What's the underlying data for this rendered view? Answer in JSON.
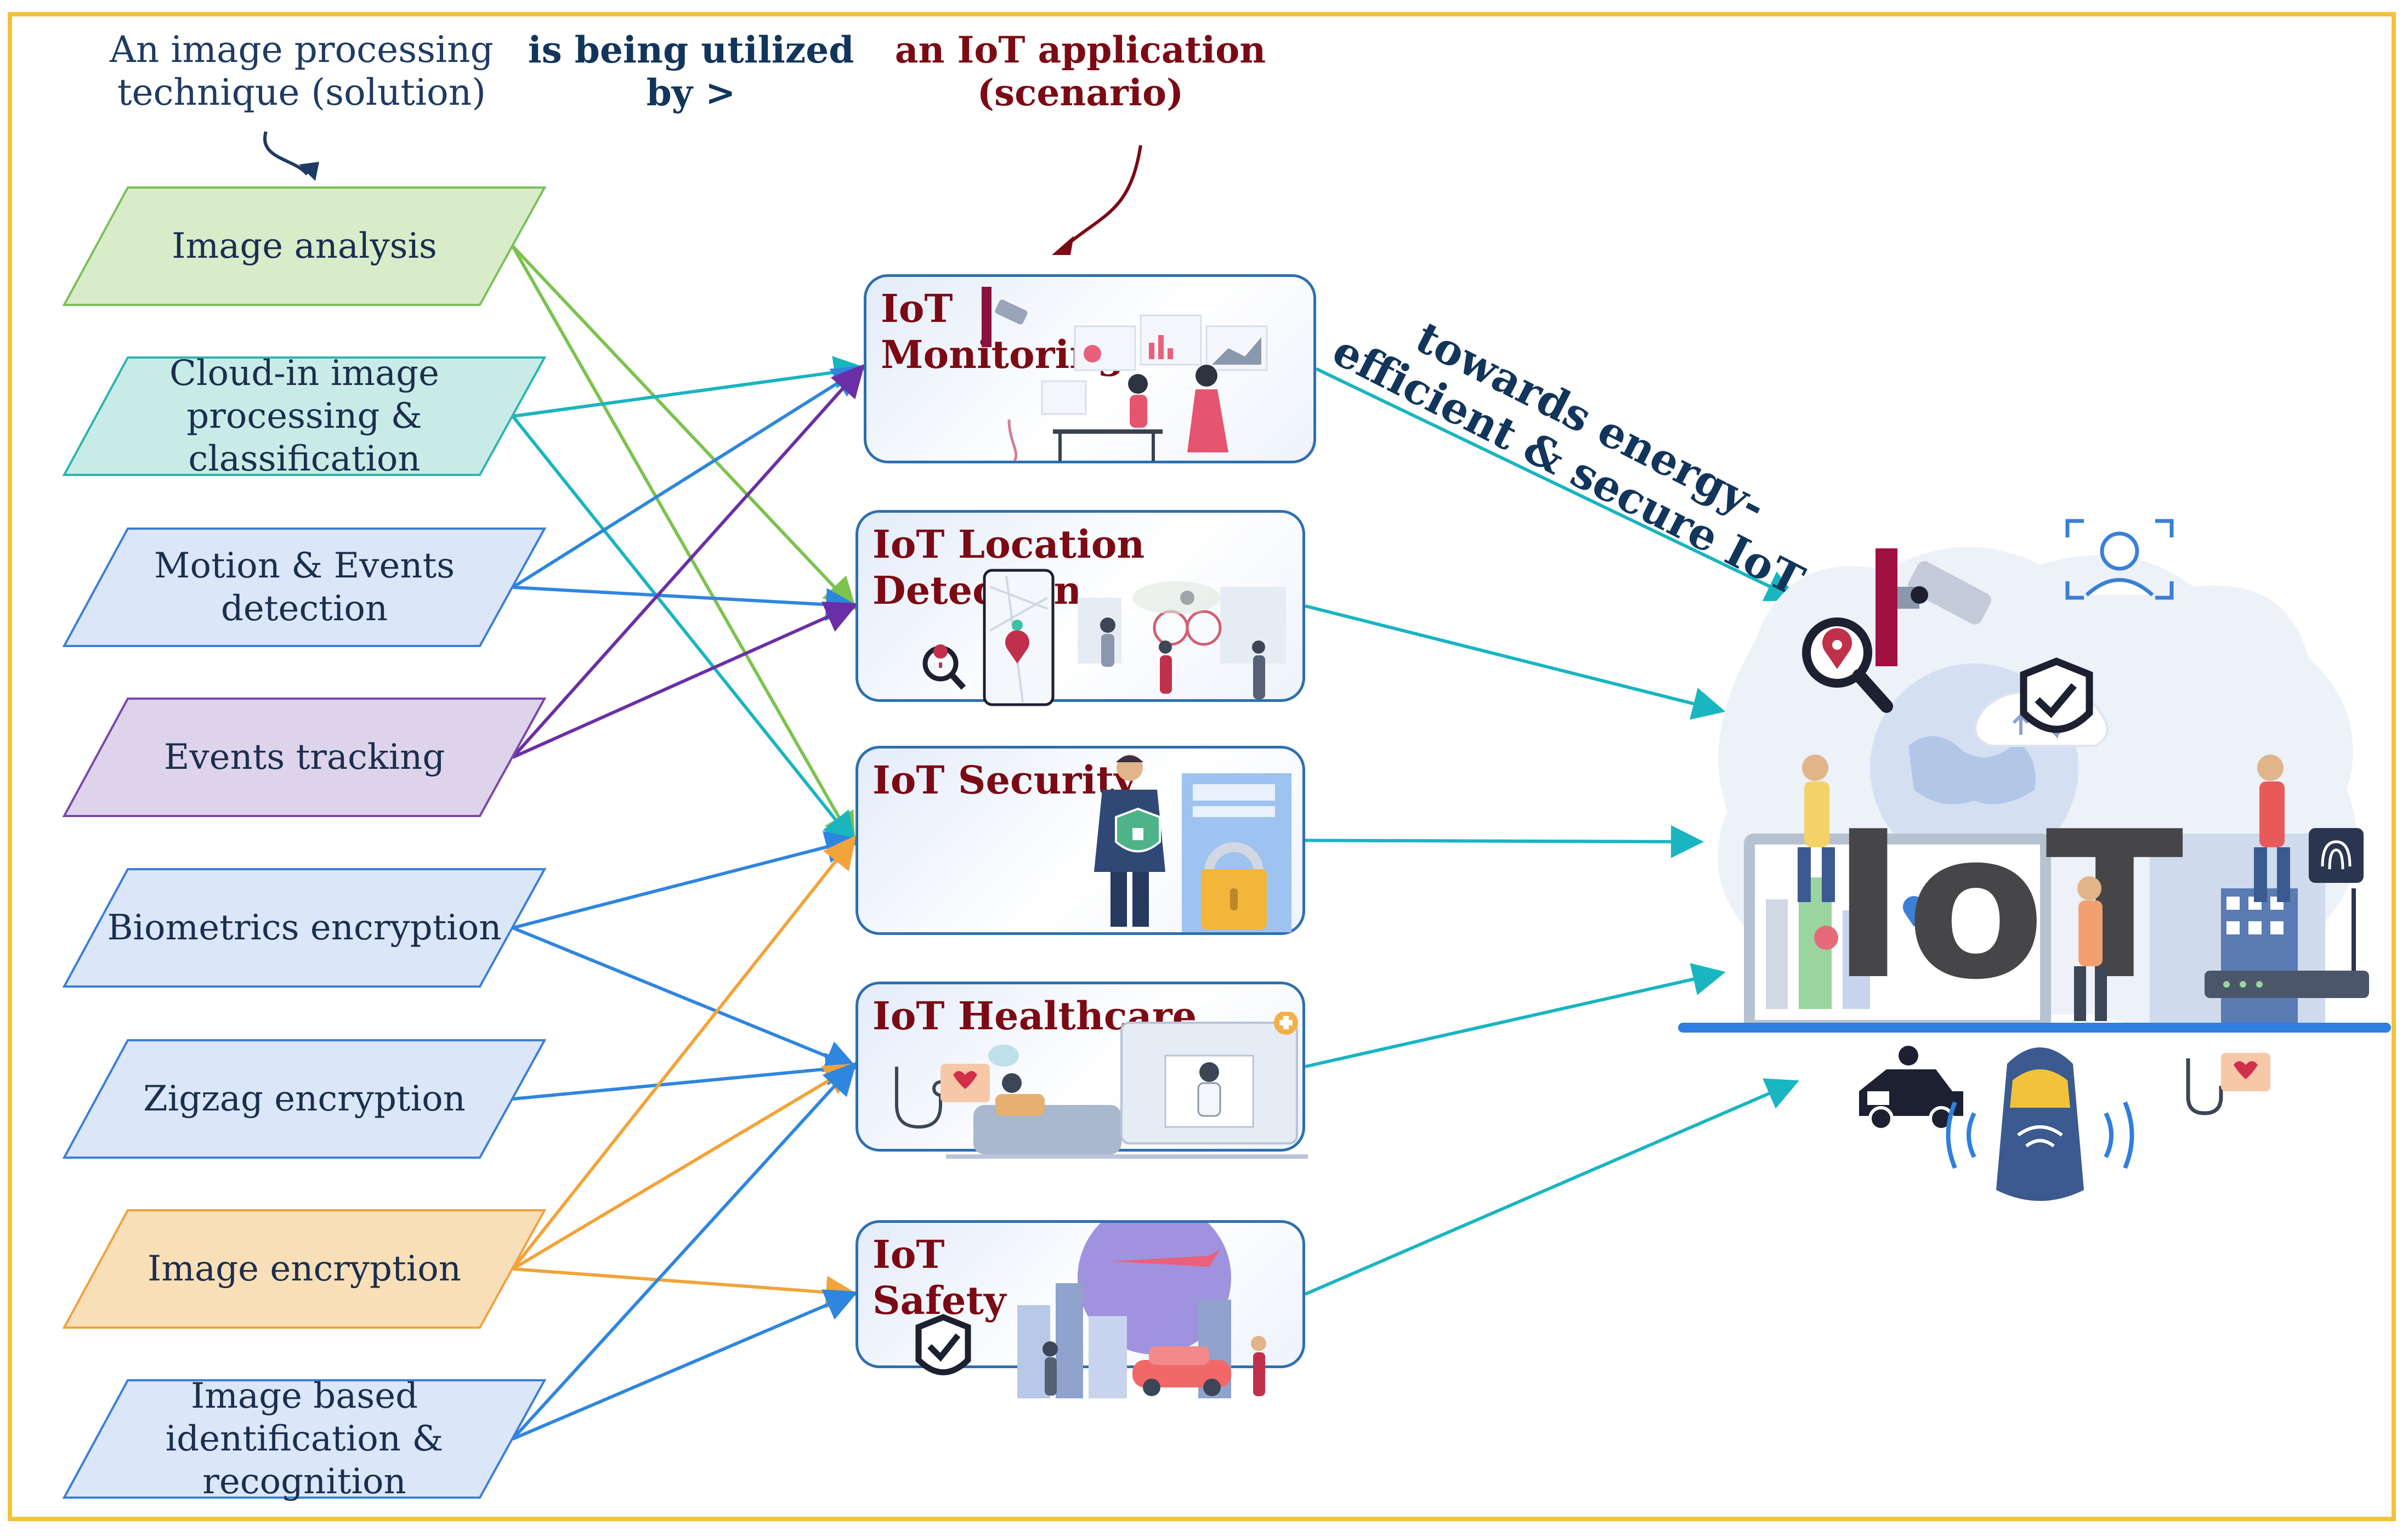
{
  "headers": {
    "technique": "An image processing technique (solution)",
    "utilized": "is being utilized by >",
    "application": "an IoT application (scenario)"
  },
  "techniques": [
    {
      "id": "image-analysis",
      "label": "Image analysis",
      "color": "#d8ecc9",
      "edge": "#7cbf5a"
    },
    {
      "id": "cloud-processing",
      "label": "Cloud-in image processing & classification",
      "color": "#c9ebe7",
      "edge": "#2eb4b0"
    },
    {
      "id": "motion-detection",
      "label": "Motion & Events detection",
      "color": "#dbe6f8",
      "edge": "#3b7fd6"
    },
    {
      "id": "events-tracking",
      "label": "Events tracking",
      "color": "#ddd4ec",
      "edge": "#7b47a8"
    },
    {
      "id": "biometrics-encryption",
      "label": "Biometrics encryption",
      "color": "#dbe6f8",
      "edge": "#3b7fd6"
    },
    {
      "id": "zigzag-encryption",
      "label": "Zigzag encryption",
      "color": "#dbe6f8",
      "edge": "#3b7fd6"
    },
    {
      "id": "image-encryption",
      "label": "Image encryption",
      "color": "#f8dfb8",
      "edge": "#f0a040"
    },
    {
      "id": "image-identification",
      "label": "Image based identification & recognition",
      "color": "#dbe6f8",
      "edge": "#3b7fd6"
    }
  ],
  "scenarios": [
    {
      "id": "monitoring",
      "title": "IoT\nMonitoring"
    },
    {
      "id": "location",
      "title": "IoT Location Detection"
    },
    {
      "id": "security",
      "title": "IoT Security"
    },
    {
      "id": "healthcare",
      "title": "IoT Healthcare"
    },
    {
      "id": "safety",
      "title": "IoT\nSafety"
    }
  ],
  "links": [
    {
      "from": "image-analysis",
      "to": "location",
      "color": "#7cc24f"
    },
    {
      "from": "image-analysis",
      "to": "security",
      "color": "#7cc24f"
    },
    {
      "from": "cloud-processing",
      "to": "monitoring",
      "color": "#19b5c0"
    },
    {
      "from": "cloud-processing",
      "to": "security",
      "color": "#19b5c0"
    },
    {
      "from": "motion-detection",
      "to": "monitoring",
      "color": "#2e86de"
    },
    {
      "from": "motion-detection",
      "to": "location",
      "color": "#2e86de"
    },
    {
      "from": "events-tracking",
      "to": "monitoring",
      "color": "#6a2fa6"
    },
    {
      "from": "events-tracking",
      "to": "location",
      "color": "#6a2fa6"
    },
    {
      "from": "biometrics-encryption",
      "to": "security",
      "color": "#2e86de"
    },
    {
      "from": "biometrics-encryption",
      "to": "healthcare",
      "color": "#2e86de"
    },
    {
      "from": "zigzag-encryption",
      "to": "healthcare",
      "color": "#2e86de"
    },
    {
      "from": "image-encryption",
      "to": "security",
      "color": "#f2a33a"
    },
    {
      "from": "image-encryption",
      "to": "healthcare",
      "color": "#f2a33a"
    },
    {
      "from": "image-encryption",
      "to": "safety",
      "color": "#f2a33a"
    },
    {
      "from": "image-identification",
      "to": "healthcare",
      "color": "#2e86de"
    },
    {
      "from": "image-identification",
      "to": "safety",
      "color": "#2e86de"
    }
  ],
  "output": {
    "caption": "towards energy-efficient & secure IoT",
    "logo_text": "IoT",
    "arrow_color": "#19b5c0"
  },
  "colors": {
    "frame": "#f2c23a",
    "scenario_title": "#7c0a14",
    "header_dark": "#12355b"
  },
  "icons": [
    "location-search-icon",
    "cctv-camera-icon",
    "face-recognition-icon",
    "shield-check-icon",
    "cloud-sync-icon",
    "fingerprint-icon",
    "router-icon",
    "connected-car-icon",
    "police-car-icon",
    "stethoscope-icon",
    "padlock-icon",
    "map-phone-icon"
  ]
}
